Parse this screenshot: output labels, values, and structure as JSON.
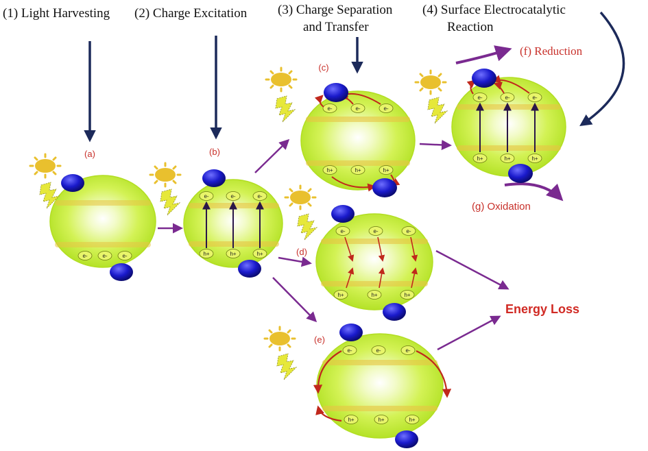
{
  "steps": [
    {
      "text": "(1) Light Harvesting"
    },
    {
      "text": "(2) Charge Excitation"
    },
    {
      "line1": "(3) Charge Separation",
      "line2": "and Transfer"
    },
    {
      "line1": "(4) Surface Electrocatalytic",
      "line2": "Reaction"
    }
  ],
  "panels": {
    "a": "(a)",
    "b": "(b)",
    "c": "(c)",
    "d": "(d)",
    "e": "(e)"
  },
  "reactions": {
    "reduction": "(f) Reduction",
    "oxidation": "(g) Oxidation"
  },
  "energy_loss": "Energy Loss",
  "carriers": {
    "electron": "e-",
    "hole": "h+"
  },
  "colors": {
    "sphere": "#c9ef3c",
    "sphere_edge": "#aadd1c",
    "band": "#e8c545",
    "cocatalyst": "#1a1acc",
    "step_arrow": "#1c2a5a",
    "flow_arrow": "#7a2a90",
    "transfer_arrow": "#c0281c",
    "excite_arrow": "#2a1648",
    "label_red": "#c8302a",
    "sun": "#e9c02e",
    "light_ray": "#e6e83a"
  },
  "icons": [
    "sun-icon",
    "light-ray-icon",
    "cocatalyst-icon"
  ]
}
